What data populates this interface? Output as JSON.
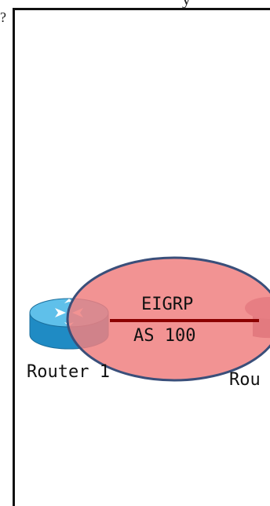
{
  "header": {
    "partial_text": "y",
    "question_mark": "?"
  },
  "diagram": {
    "cloud_protocol": "EIGRP",
    "cloud_as": "AS 100",
    "router1_label": "Router 1",
    "router2_label_partial": "Rou",
    "colors": {
      "cloud_fill": "#f08080",
      "cloud_stroke": "#3a4f7a",
      "link": "#8b0000",
      "router_body": "#2a9ad0",
      "router_top": "#6cc8ee",
      "router2_body": "#9b5a7a"
    }
  }
}
